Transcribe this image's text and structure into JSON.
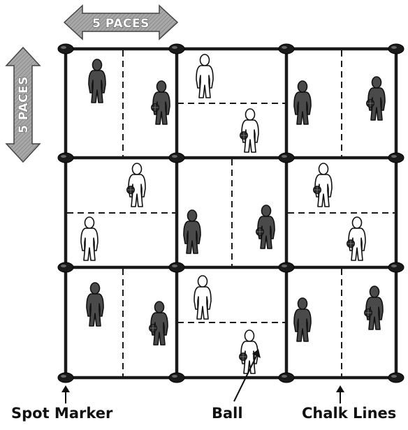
{
  "diagram": {
    "dimension_horizontal": "5 PACES",
    "dimension_vertical": "5 PACES",
    "grid": {
      "rows": 3,
      "columns": 3
    },
    "labels": {
      "spot_marker": "Spot Marker",
      "ball": "Ball",
      "chalk_lines": "Chalk Lines"
    },
    "colors": {
      "line": "#1a1a1a",
      "marker": "#1a1a1a",
      "dark_player": "#4a4a4a",
      "light_player": "#ffffff",
      "arrow_fill": "#9a9a9a"
    }
  }
}
